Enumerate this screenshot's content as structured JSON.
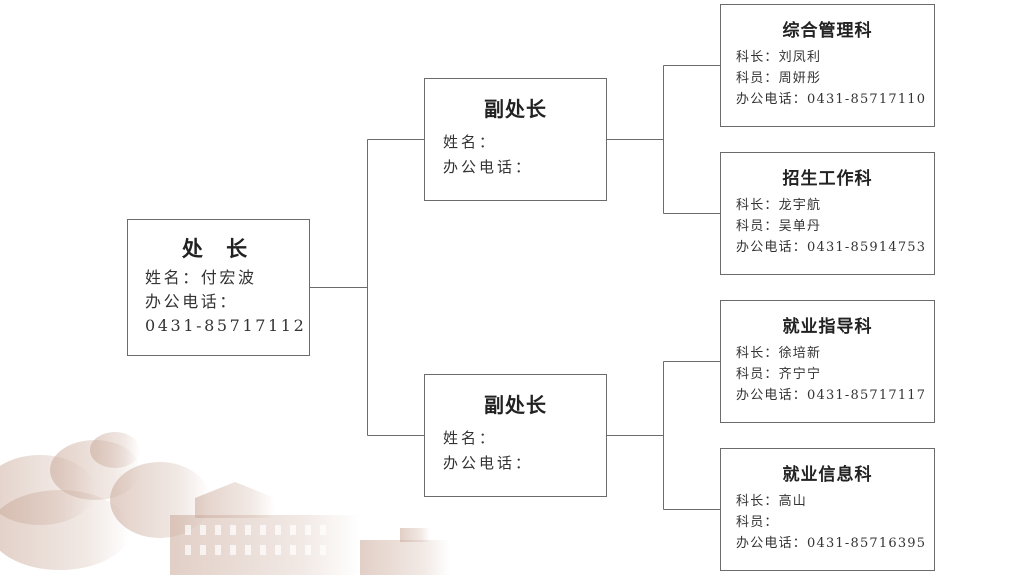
{
  "director": {
    "title": "处 长",
    "name_line": "姓名：付宏波",
    "phone_label": "办公电话：",
    "phone_number": "0431-85717112"
  },
  "deputies": [
    {
      "title": "副处长",
      "name_line": "姓名：",
      "phone_line": "办公电话："
    },
    {
      "title": "副处长",
      "name_line": "姓名：",
      "phone_line": "办公电话："
    }
  ],
  "sections": [
    {
      "title": "综合管理科",
      "chief_line": "科长：刘凤利",
      "staff_line": "科员：周妍彤",
      "phone_line": "办公电话：0431-85717110"
    },
    {
      "title": "招生工作科",
      "chief_line": "科长：龙宇航",
      "staff_line": "科员：吴单丹",
      "phone_line": "办公电话：0431-85914753"
    },
    {
      "title": "就业指导科",
      "chief_line": "科长：徐培新",
      "staff_line": "科员：齐宁宁",
      "phone_line": "办公电话：0431-85717117"
    },
    {
      "title": "就业信息科",
      "chief_line": "科长：高山",
      "staff_line": "科员：",
      "phone_line": "办公电话：0431-85716395"
    }
  ],
  "colors": {
    "box_border": "#6b6b6b",
    "connector": "#6b6b6b",
    "background_art": "#c9a898"
  }
}
